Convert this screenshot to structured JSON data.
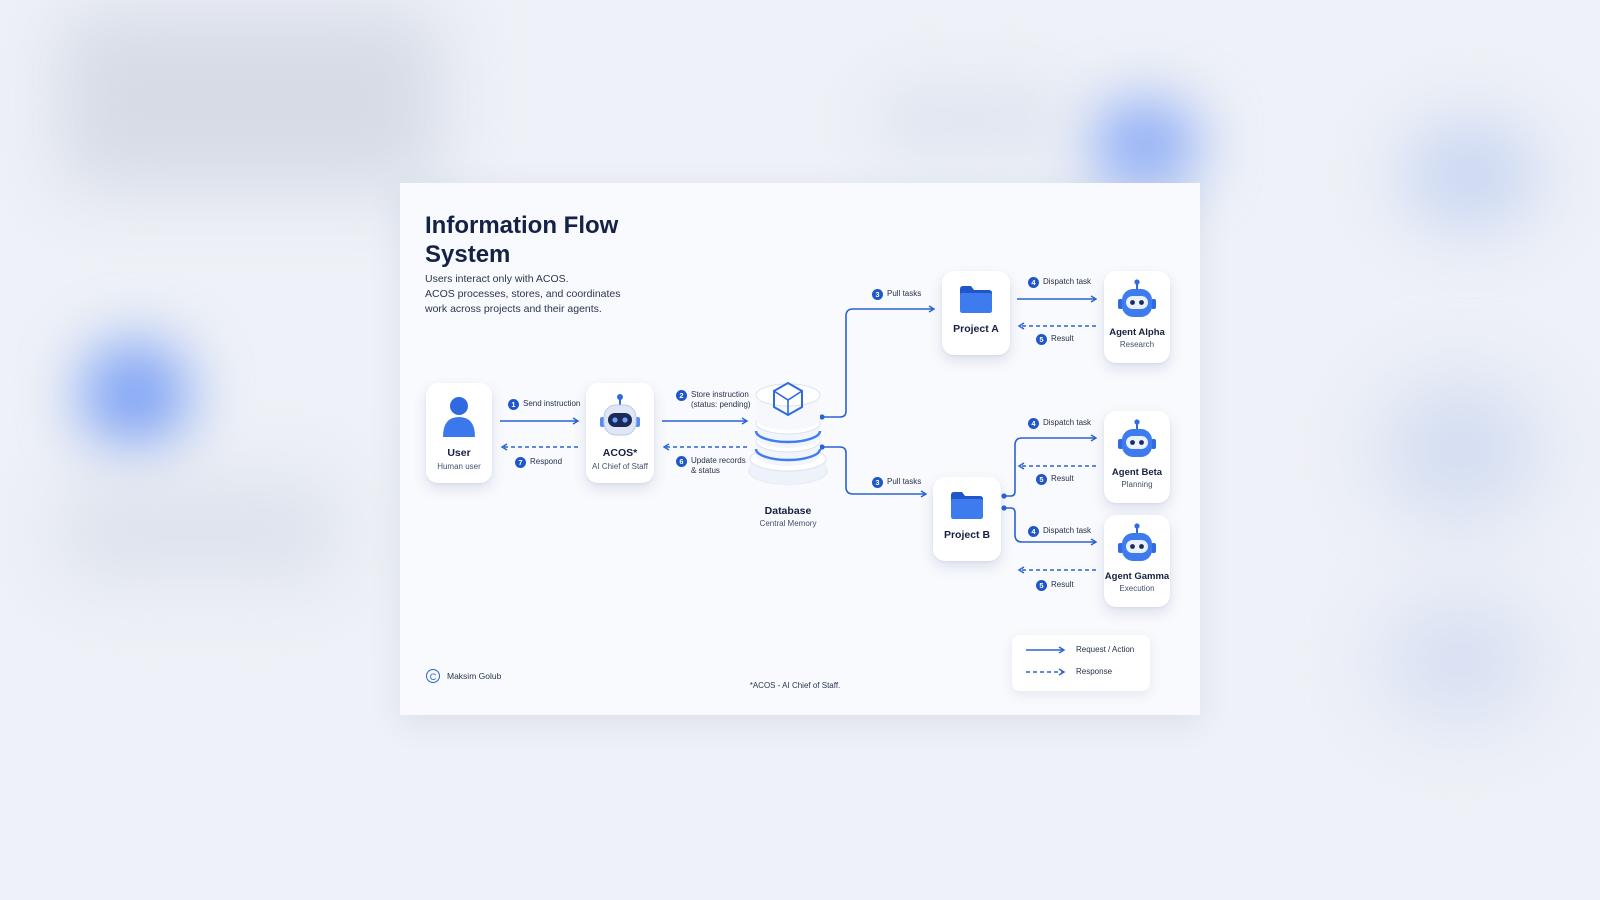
{
  "title": "Information Flow System",
  "subtitle": [
    "Users interact only with ACOS.",
    "ACOS processes, stores, and coordinates",
    "work across projects and their agents."
  ],
  "nodes": {
    "user": {
      "label": "User",
      "sub": "Human user"
    },
    "acos": {
      "label": "ACOS*",
      "sub": "AI Chief of Staff"
    },
    "database": {
      "label": "Database",
      "sub": "Central Memory"
    },
    "project_a": {
      "label": "Project A"
    },
    "project_b": {
      "label": "Project B"
    },
    "agent_alpha": {
      "label": "Agent Alpha",
      "sub": "Research"
    },
    "agent_beta": {
      "label": "Agent Beta",
      "sub": "Planning"
    },
    "agent_gamma": {
      "label": "Agent Gamma",
      "sub": "Execution"
    }
  },
  "steps": {
    "s1": {
      "num": "1",
      "text": [
        "Send instruction"
      ]
    },
    "s7": {
      "num": "7",
      "text": [
        "Respond"
      ]
    },
    "s2": {
      "num": "2",
      "text": [
        "Store instruction",
        "(status: pending)"
      ]
    },
    "s6": {
      "num": "6",
      "text": [
        "Update records",
        "& status"
      ]
    },
    "s3a": {
      "num": "3",
      "text": [
        "Pull tasks"
      ]
    },
    "s3b": {
      "num": "3",
      "text": [
        "Pull tasks"
      ]
    },
    "s4a": {
      "num": "4",
      "text": [
        "Dispatch task"
      ]
    },
    "s5a": {
      "num": "5",
      "text": [
        "Result"
      ]
    },
    "s4b": {
      "num": "4",
      "text": [
        "Dispatch task"
      ]
    },
    "s5b": {
      "num": "5",
      "text": [
        "Result"
      ]
    },
    "s4c": {
      "num": "4",
      "text": [
        "Dispatch task"
      ]
    },
    "s5c": {
      "num": "5",
      "text": [
        "Result"
      ]
    }
  },
  "legend": {
    "request": "Request / Action",
    "response": "Response"
  },
  "credit": {
    "symbol": "C",
    "name": "Maksim Golub"
  },
  "footnote": "*ACOS - AI Chief of Staff.",
  "colors": {
    "accent": "#2a63d4",
    "badge": "#1f56c9",
    "title": "#152246"
  }
}
